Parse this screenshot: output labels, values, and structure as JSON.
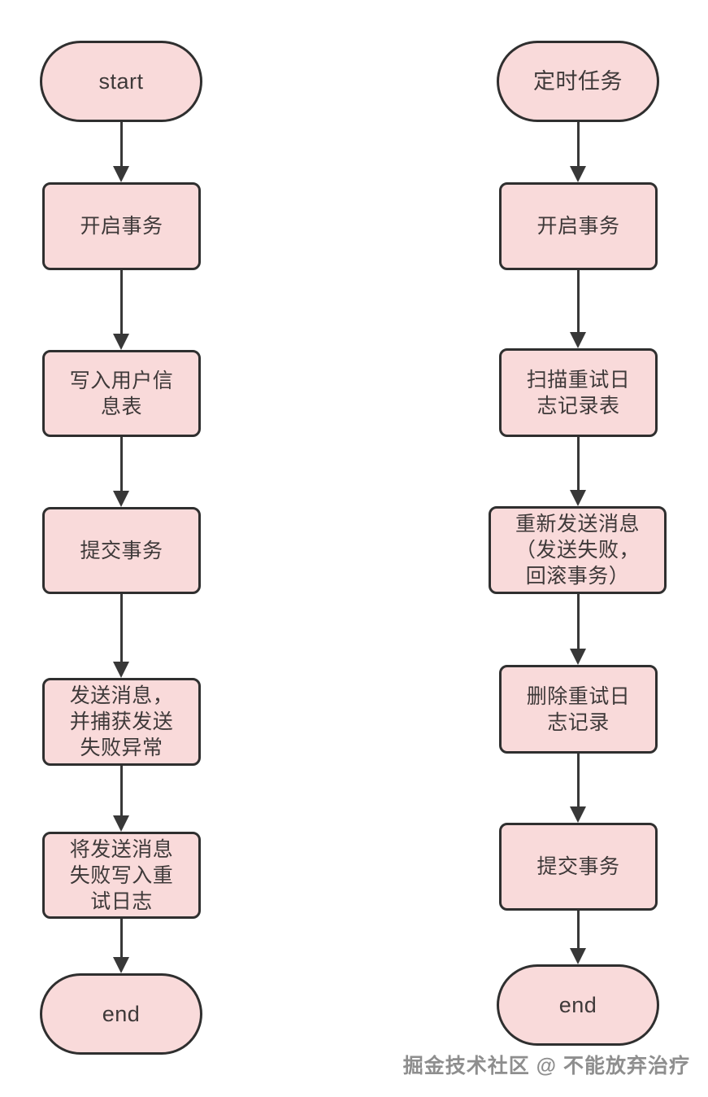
{
  "page": {
    "background_color": "#ffffff"
  },
  "diagram": {
    "style": {
      "node_fill_color": "#f9dada",
      "node_border_color": "#2f2f2f",
      "node_text_color": "#3e3939",
      "arrow_color": "#383838"
    },
    "left": {
      "nodes": [
        {
          "label": "start",
          "shape": "stadium"
        },
        {
          "label": "开启事务",
          "shape": "rect"
        },
        {
          "label": "写入用户信\n息表",
          "shape": "rect"
        },
        {
          "label": "提交事务",
          "shape": "rect"
        },
        {
          "label": "发送消息，\n并捕获发送\n失败异常",
          "shape": "rect"
        },
        {
          "label": "将发送消息\n失败写入重\n试日志",
          "shape": "rect"
        },
        {
          "label": "end",
          "shape": "stadium"
        }
      ],
      "edges": [
        "start→开启事务",
        "开启事务→写入用户信息表",
        "写入用户信息表→提交事务",
        "提交事务→发送消息，并捕获发送失败异常",
        "发送消息，并捕获发送失败异常→将发送消息失败写入重试日志",
        "将发送消息失败写入重试日志→end"
      ]
    },
    "right": {
      "nodes": [
        {
          "label": "定时任务",
          "shape": "stadium"
        },
        {
          "label": "开启事务",
          "shape": "rect"
        },
        {
          "label": "扫描重试日\n志记录表",
          "shape": "rect"
        },
        {
          "label": "重新发送消息\n（发送失败，\n回滚事务）",
          "shape": "rect"
        },
        {
          "label": "删除重试日\n志记录",
          "shape": "rect"
        },
        {
          "label": "提交事务",
          "shape": "rect"
        },
        {
          "label": "end",
          "shape": "stadium"
        }
      ],
      "edges": [
        "定时任务→开启事务",
        "开启事务→扫描重试日志记录表",
        "扫描重试日志记录表→重新发送消息（发送失败，回滚事务）",
        "重新发送消息（发送失败，回滚事务）→删除重试日志记录",
        "删除重试日志记录→提交事务",
        "提交事务→end"
      ]
    }
  },
  "watermark": {
    "text": "掘金技术社区 @ 不能放弃治疗"
  }
}
